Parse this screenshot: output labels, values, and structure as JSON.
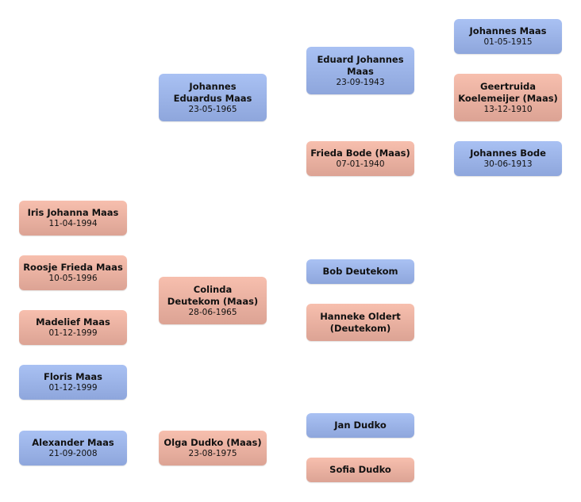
{
  "tree": {
    "children": [
      {
        "name": "Iris Johanna Maas",
        "date": "11-04-1994",
        "gender": "female"
      },
      {
        "name": "Roosje Frieda Maas",
        "date": "10-05-1996",
        "gender": "female"
      },
      {
        "name": "Madelief Maas",
        "date": "01-12-1999",
        "gender": "female"
      },
      {
        "name": "Floris Maas",
        "date": "01-12-1999",
        "gender": "male"
      },
      {
        "name": "Alexander Maas",
        "date": "21-09-2008",
        "gender": "male"
      }
    ],
    "parents": [
      {
        "name": "Johannes Eduardus Maas",
        "date": "23-05-1965",
        "gender": "male"
      },
      {
        "name": "Colinda Deutekom (Maas)",
        "date": "28-06-1965",
        "gender": "female"
      },
      {
        "name": "Olga Dudko (Maas)",
        "date": "23-08-1975",
        "gender": "female"
      }
    ],
    "grandparents": [
      {
        "name": "Eduard Johannes Maas",
        "date": "23-09-1943",
        "gender": "male"
      },
      {
        "name": "Frieda Bode (Maas)",
        "date": "07-01-1940",
        "gender": "female"
      },
      {
        "name": "Bob Deutekom",
        "date": "",
        "gender": "male"
      },
      {
        "name": "Hanneke Oldert (Deutekom)",
        "date": "",
        "gender": "female"
      },
      {
        "name": "Jan Dudko",
        "date": "",
        "gender": "male"
      },
      {
        "name": "Sofia Dudko",
        "date": "",
        "gender": "female"
      }
    ],
    "great_grandparents": [
      {
        "name": "Johannes Maas",
        "date": "01-05-1915",
        "gender": "male"
      },
      {
        "name": "Geertruida Koelemeijer (Maas)",
        "date": "13-12-1910",
        "gender": "female"
      },
      {
        "name": "Johannes Bode",
        "date": "30-06-1913",
        "gender": "male"
      }
    ]
  },
  "colors": {
    "male": "#9bb3e8",
    "female": "#eab0a0"
  }
}
